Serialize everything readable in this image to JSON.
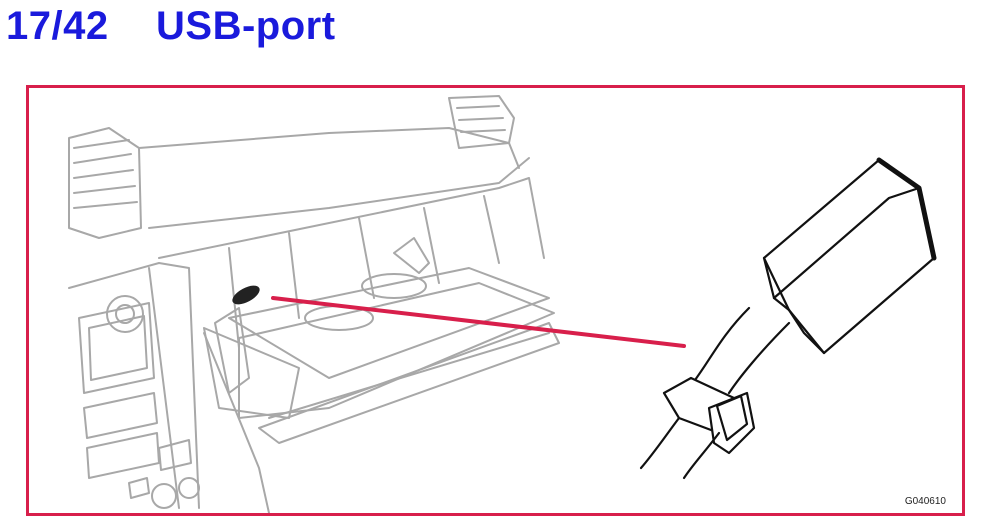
{
  "header": {
    "page_number": "17/42",
    "title": "USB-port"
  },
  "figure": {
    "image_code": "G040610",
    "description_icons": [
      "dashboard-glovebox-drawing",
      "usb-connector-drawing",
      "pointer-line"
    ]
  },
  "colors": {
    "title": "#1a1adc",
    "frame": "#d81f4b",
    "pointer": "#d81f4b",
    "drawing_line": "#a8a8a8",
    "connector_line": "#111111"
  }
}
